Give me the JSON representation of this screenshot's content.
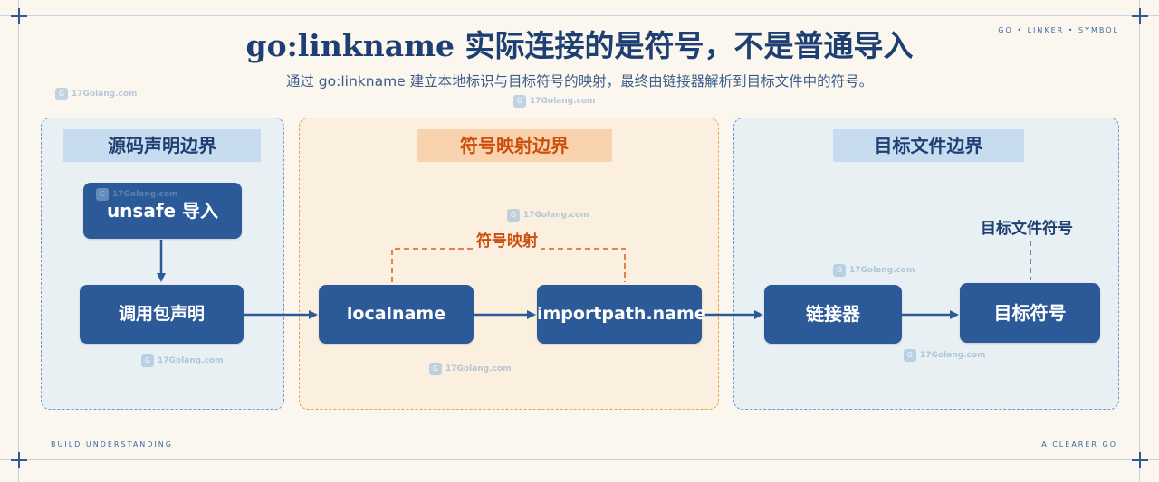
{
  "title": "go:linkname 实际连接的是符号，不是普通导入",
  "subtitle": "通过 go:linkname 建立本地标识与目标符号的映射，最终由链接器解析到目标文件中的符号。",
  "corners": {
    "top_right": "GO • LINKER • SYMBOL",
    "bottom_left": "BUILD UNDERSTANDING",
    "bottom_right": "A CLEARER GO"
  },
  "zones": {
    "source": {
      "label": "源码声明边界"
    },
    "mapping": {
      "label": "符号映射边界"
    },
    "target": {
      "label": "目标文件边界"
    }
  },
  "nodes": {
    "unsafe_import": "unsafe 导入",
    "call_decl": "调用包声明",
    "localname": "localname",
    "importpath": "importpath.name",
    "linker": "链接器",
    "target_symbol": "目标符号"
  },
  "labels": {
    "symbol_mapping": "符号映射",
    "target_file_symbol": "目标文件符号"
  },
  "watermark": {
    "text": "17Golang.com",
    "icon": "gopher-logo-icon"
  },
  "colors": {
    "node_fill": "#2c5a98",
    "accent_orange": "#cc4e0c",
    "title_blue": "#1e3f73"
  }
}
